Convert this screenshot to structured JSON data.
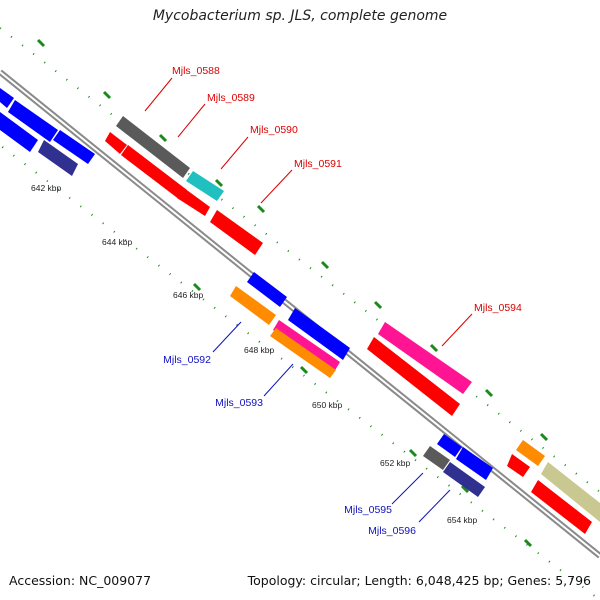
{
  "header": {
    "title": "Mycobacterium sp. JLS, complete genome"
  },
  "footer": {
    "accession": "Accession: NC_009077",
    "summary": "Topology: circular; Length: 6,048,425 bp; Genes: 5,796"
  },
  "colors": {
    "backbone": "#8a8a8a",
    "forward_label": "#dd0000",
    "reverse_label": "#1010c0",
    "tick": "#208a20"
  },
  "ticks": [
    "642 kbp",
    "644 kbp",
    "646 kbp",
    "648 kbp",
    "650 kbp",
    "652 kbp",
    "654 kbp"
  ],
  "gene_labels": {
    "forward": [
      "Mjls_0588",
      "Mjls_0589",
      "Mjls_0590",
      "Mjls_0591",
      "Mjls_0594"
    ],
    "reverse": [
      "Mjls_0592",
      "Mjls_0593",
      "Mjls_0595",
      "Mjls_0596"
    ]
  }
}
